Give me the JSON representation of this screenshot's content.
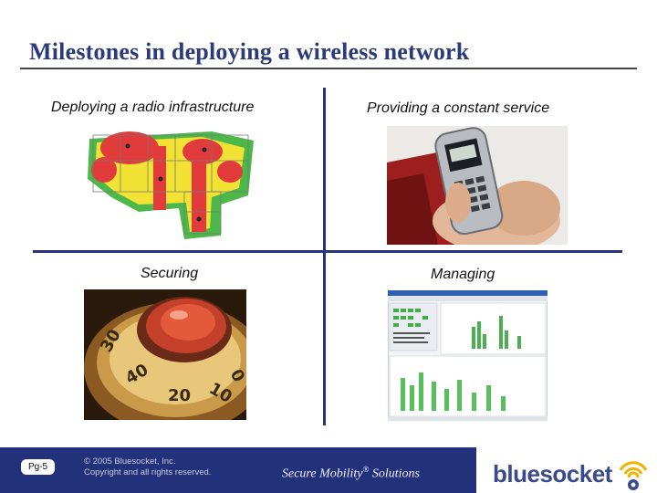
{
  "slide": {
    "title": "Milestones in deploying a wireless network"
  },
  "quadrants": {
    "top_left": "Deploying a radio infrastructure",
    "top_right": "Providing a constant service",
    "bottom_left": "Securing",
    "bottom_right": "Managing"
  },
  "footer": {
    "page": "Pg-5",
    "copyright_line1": "© 2005 Bluesocket, Inc.",
    "copyright_line2": "Copyright and all rights reserved.",
    "tagline_main": "Secure Mobility",
    "tagline_mark": "®",
    "tagline_end": " Solutions",
    "logo": "bluesocket"
  },
  "colors": {
    "title": "#2b3a7a",
    "divider": "#27347c",
    "footer_band": "#23307a",
    "logo_text": "#3a4a8c",
    "logo_waves": "#f2b300"
  },
  "icons": {
    "logo_mark": "wifi-waves-icon"
  }
}
